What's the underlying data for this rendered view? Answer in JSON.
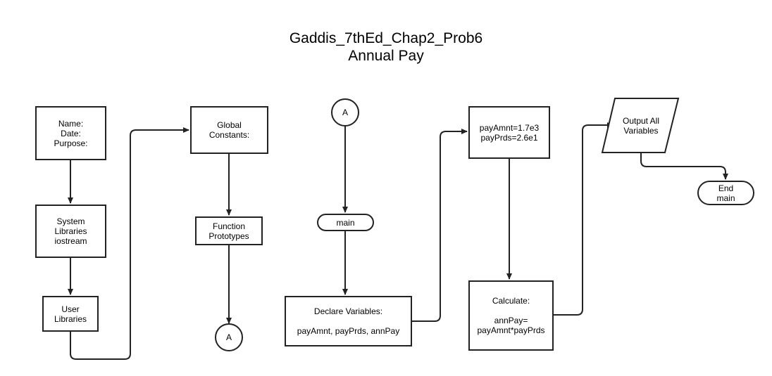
{
  "title": {
    "line1": "Gaddis_7thEd_Chap2_Prob6",
    "line2": "Annual Pay"
  },
  "nodes": {
    "header": {
      "line1": "Name:",
      "line2": "Date:",
      "line3": "Purpose:"
    },
    "system_libraries": {
      "line1": "System",
      "line2": "Libraries",
      "line3": "iostream"
    },
    "user_libraries": {
      "line1": "User",
      "line2": "Libraries"
    },
    "global_constants": {
      "line1": "Global",
      "line2": "Constants:"
    },
    "function_prototypes": {
      "line1": "Function",
      "line2": "Prototypes"
    },
    "connector_bottom": {
      "label": "A"
    },
    "connector_top": {
      "label": "A"
    },
    "main": {
      "label": "main"
    },
    "declare_variables": {
      "line1": "Declare Variables:",
      "line2": "payAmnt, payPrds, annPay"
    },
    "initialize": {
      "line1": "payAmnt=1.7e3",
      "line2": "payPrds=2.6e1"
    },
    "calculate": {
      "line1": "Calculate:",
      "line2": "annPay=",
      "line3": "payAmnt*payPrds"
    },
    "output": {
      "line1": "Output All",
      "line2": "Variables"
    },
    "end_main": {
      "line1": "End",
      "line2": "main"
    }
  },
  "colors": {
    "stroke": "#222222",
    "background": "#ffffff"
  }
}
